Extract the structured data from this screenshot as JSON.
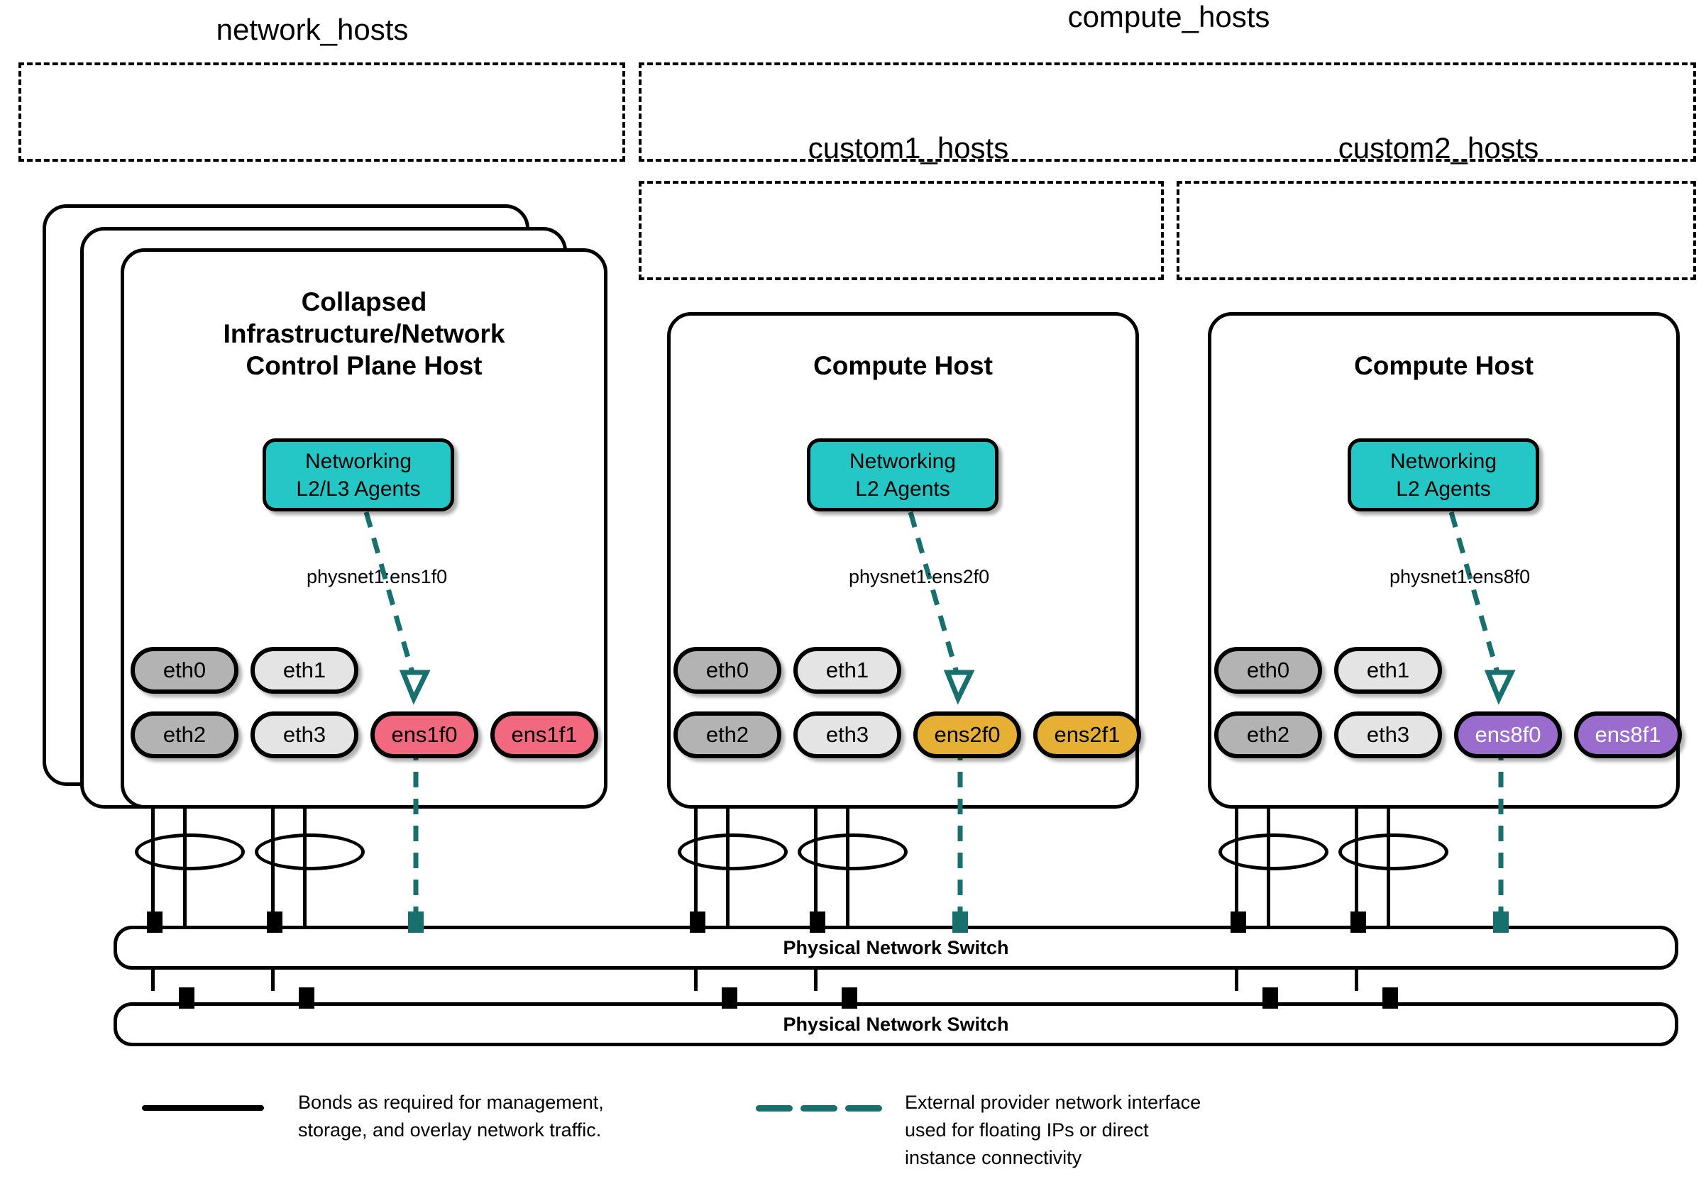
{
  "groups": [
    {
      "id": "network_hosts",
      "label": "network_hosts"
    },
    {
      "id": "compute_hosts",
      "label": "compute_hosts"
    },
    {
      "id": "custom1_hosts",
      "label": "custom1_hosts"
    },
    {
      "id": "custom2_hosts",
      "label": "custom2_hosts"
    }
  ],
  "hosts": [
    {
      "id": "collapsed-control-plane-host",
      "title": "Collapsed\nInfrastructure/Network\nControl Plane Host",
      "stacked": true,
      "agent": {
        "label": "Networking\nL2/L3 Agents",
        "color": "#25c6c6"
      },
      "physnet": "physnet1:ens1f0",
      "nics_top": [
        {
          "name": "eth0",
          "style": "nic-dark"
        },
        {
          "name": "eth1",
          "style": "nic-light"
        }
      ],
      "nics_bottom": [
        {
          "name": "eth2",
          "style": "nic-dark"
        },
        {
          "name": "eth3",
          "style": "nic-light"
        },
        {
          "name": "ens1f0",
          "style": "nic-pink"
        },
        {
          "name": "ens1f1",
          "style": "nic-pink"
        }
      ]
    },
    {
      "id": "compute-host-custom1",
      "title": "Compute Host",
      "stacked": false,
      "agent": {
        "label": "Networking\nL2 Agents",
        "color": "#25c6c6"
      },
      "physnet": "physnet1:ens2f0",
      "nics_top": [
        {
          "name": "eth0",
          "style": "nic-dark"
        },
        {
          "name": "eth1",
          "style": "nic-light"
        }
      ],
      "nics_bottom": [
        {
          "name": "eth2",
          "style": "nic-dark"
        },
        {
          "name": "eth3",
          "style": "nic-light"
        },
        {
          "name": "ens2f0",
          "style": "nic-gold"
        },
        {
          "name": "ens2f1",
          "style": "nic-gold"
        }
      ]
    },
    {
      "id": "compute-host-custom2",
      "title": "Compute Host",
      "stacked": false,
      "agent": {
        "label": "Networking\nL2 Agents",
        "color": "#25c6c6"
      },
      "physnet": "physnet1:ens8f0",
      "nics_top": [
        {
          "name": "eth0",
          "style": "nic-dark"
        },
        {
          "name": "eth1",
          "style": "nic-light"
        }
      ],
      "nics_bottom": [
        {
          "name": "eth2",
          "style": "nic-dark"
        },
        {
          "name": "eth3",
          "style": "nic-light"
        },
        {
          "name": "ens8f0",
          "style": "nic-purple"
        },
        {
          "name": "ens8f1",
          "style": "nic-purple"
        }
      ]
    }
  ],
  "switches": [
    {
      "id": "switch-top",
      "label": "Physical Network Switch"
    },
    {
      "id": "switch-bottom",
      "label": "Physical Network Switch"
    }
  ],
  "legend": [
    {
      "id": "legend-bonds",
      "style": "solid",
      "color": "#000000",
      "text": "Bonds as required for management,\nstorage, and overlay network traffic."
    },
    {
      "id": "legend-provider",
      "style": "dashed",
      "color": "#17706e",
      "text": "External provider network interface\nused for floating IPs or direct\ninstance connectivity"
    }
  ],
  "colors": {
    "agent_teal": "#25c6c6",
    "provider_teal": "#17706e",
    "nic_dark_gray": "#b3b3b3",
    "nic_light_gray": "#e4e4e4",
    "nic_pink": "#f2697f",
    "nic_gold": "#e6b035",
    "nic_purple": "#9a6cce",
    "outline": "#000000"
  }
}
